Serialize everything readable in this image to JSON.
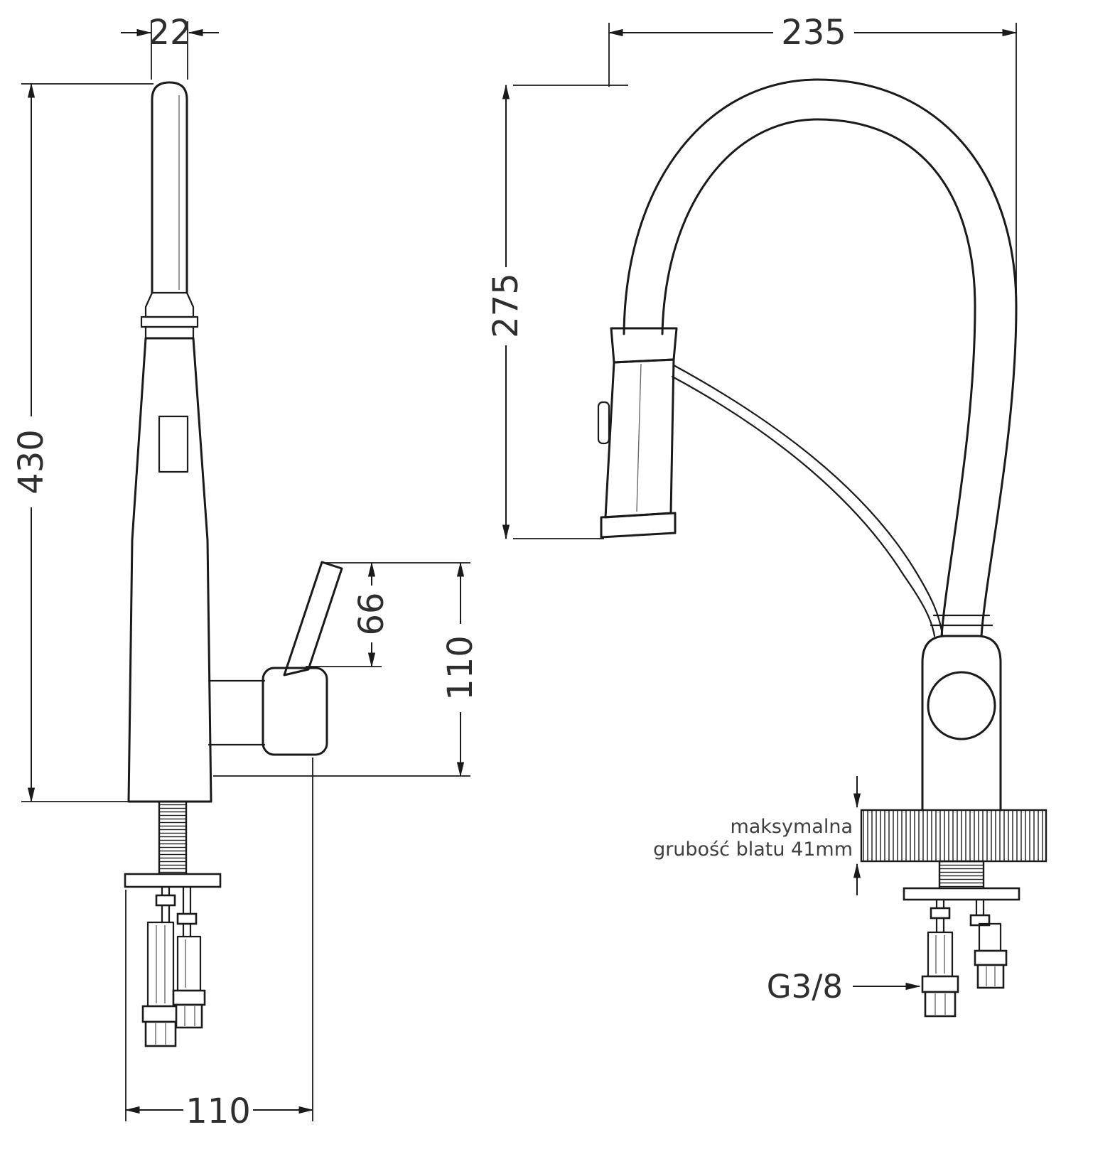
{
  "colors": {
    "line": "#1a1a1a",
    "dim_text": "#2e2e2e",
    "note_text": "#3f3f3f",
    "background": "#ffffff"
  },
  "views": {
    "side": {
      "dims": {
        "spout_diameter": "22",
        "total_height": "430",
        "handle_height": "66",
        "handle_total_height": "110",
        "base_depth": "110"
      }
    },
    "front": {
      "dims": {
        "spout_reach": "235",
        "spout_height": "275"
      },
      "counter_note": {
        "line1": "maksymalna",
        "line2": "grubość blatu 41mm"
      },
      "thread_label": "G3/8"
    }
  }
}
